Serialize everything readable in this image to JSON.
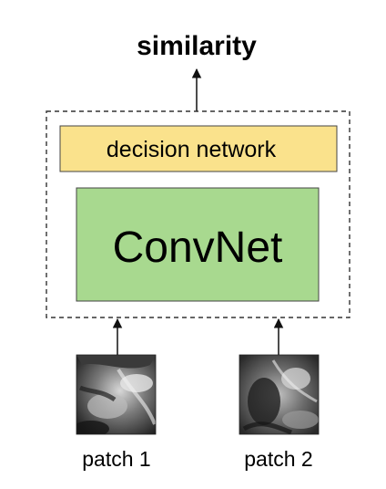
{
  "title": "similarity",
  "decision_label": "decision network",
  "convnet_label": "ConvNet",
  "patches": [
    {
      "label": "patch 1"
    },
    {
      "label": "patch 2"
    }
  ],
  "colors": {
    "decision_fill": "#fae28c",
    "convnet_fill": "#a8d98f",
    "border": "#444444"
  }
}
